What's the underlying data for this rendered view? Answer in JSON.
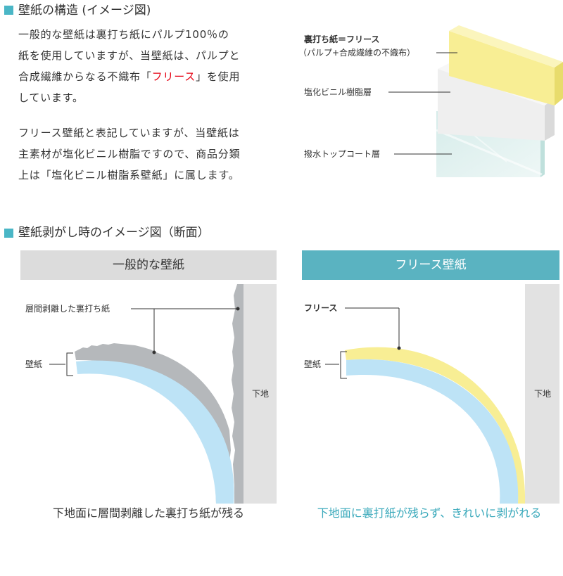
{
  "colors": {
    "accent": "#4ab6c6",
    "fleece_red": "#e60012",
    "paper_blue": "#bde3f6",
    "backing_gray": "#b5b8bb",
    "fleece_yellow": "#f8ee94",
    "wall_gray": "#e2e2e2"
  },
  "section1": {
    "heading": "壁紙の構造 (イメージ図)",
    "para1": {
      "line1": "一般的な壁紙は裏打ち紙にパルプ100％の",
      "line2": "紙を使用していますが、当壁紙は、パルプと",
      "line3_pre": "合成繊維からなる不織布「",
      "line3_red": "フリース",
      "line3_post": "」を使用",
      "line4": "しています。"
    },
    "para2": {
      "line1": "フリース壁紙と表記していますが、当壁紙は",
      "line2": "主素材が塩化ビニル樹脂ですので、商品分類",
      "line3": "上は「塩化ビニル樹脂系壁紙」に属します。"
    },
    "structure": {
      "fleece_label": "裏打ち紙＝フリース",
      "fleece_sub": "（パルプ+合成繊維の不織布）",
      "pvc_label": "塩化ビニル樹脂層",
      "coat_label": "撥水トップコート層"
    }
  },
  "section2": {
    "heading": "壁紙剥がし時のイメージ図（断面）",
    "left": {
      "title": "一般的な壁紙",
      "layer_label": "層間剥離した裏打ち紙",
      "wallpaper_label": "壁紙",
      "wall_label": "下地",
      "caption": "下地面に層間剥離した裏打ち紙が残る"
    },
    "right": {
      "title": "フリース壁紙",
      "layer_label": "フリース",
      "wallpaper_label": "壁紙",
      "wall_label": "下地",
      "caption": "下地面に裏打紙が残らず、きれいに剥がれる"
    }
  }
}
